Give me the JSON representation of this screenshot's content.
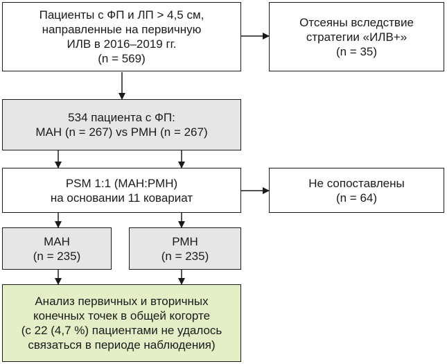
{
  "flowchart": {
    "box_initial": {
      "lines": [
        "Пациенты с ФП и ЛП > 4,5 см,",
        "направленные на первичную",
        "ИЛВ в 2016–2019 гг.",
        "(n = 569)"
      ]
    },
    "box_excluded": {
      "lines": [
        "Отсеяны вследствие",
        "стратегии «ИЛВ+»",
        "(n = 35)"
      ]
    },
    "box_cohort": {
      "lines": [
        "534 пациента с ФП:",
        "МАН (n = 267) vs РМН (n = 267)"
      ]
    },
    "box_psm": {
      "lines": [
        "PSM 1:1 (МАН:РМН)",
        "на основании 11 ковариат"
      ]
    },
    "box_unmatched": {
      "lines": [
        "Не сопоставлены",
        "(n = 64)"
      ]
    },
    "box_man": {
      "lines": [
        "МАН",
        "(n = 235)"
      ]
    },
    "box_rmn": {
      "lines": [
        "РМН",
        "(n = 235)"
      ]
    },
    "box_analysis": {
      "lines": [
        "Анализ первичных и вторичных",
        "конечных точек в общей когорте",
        "(с 22 (4,7 %) пациентами не удалось",
        "связаться в периоде наблюдения)"
      ]
    }
  }
}
